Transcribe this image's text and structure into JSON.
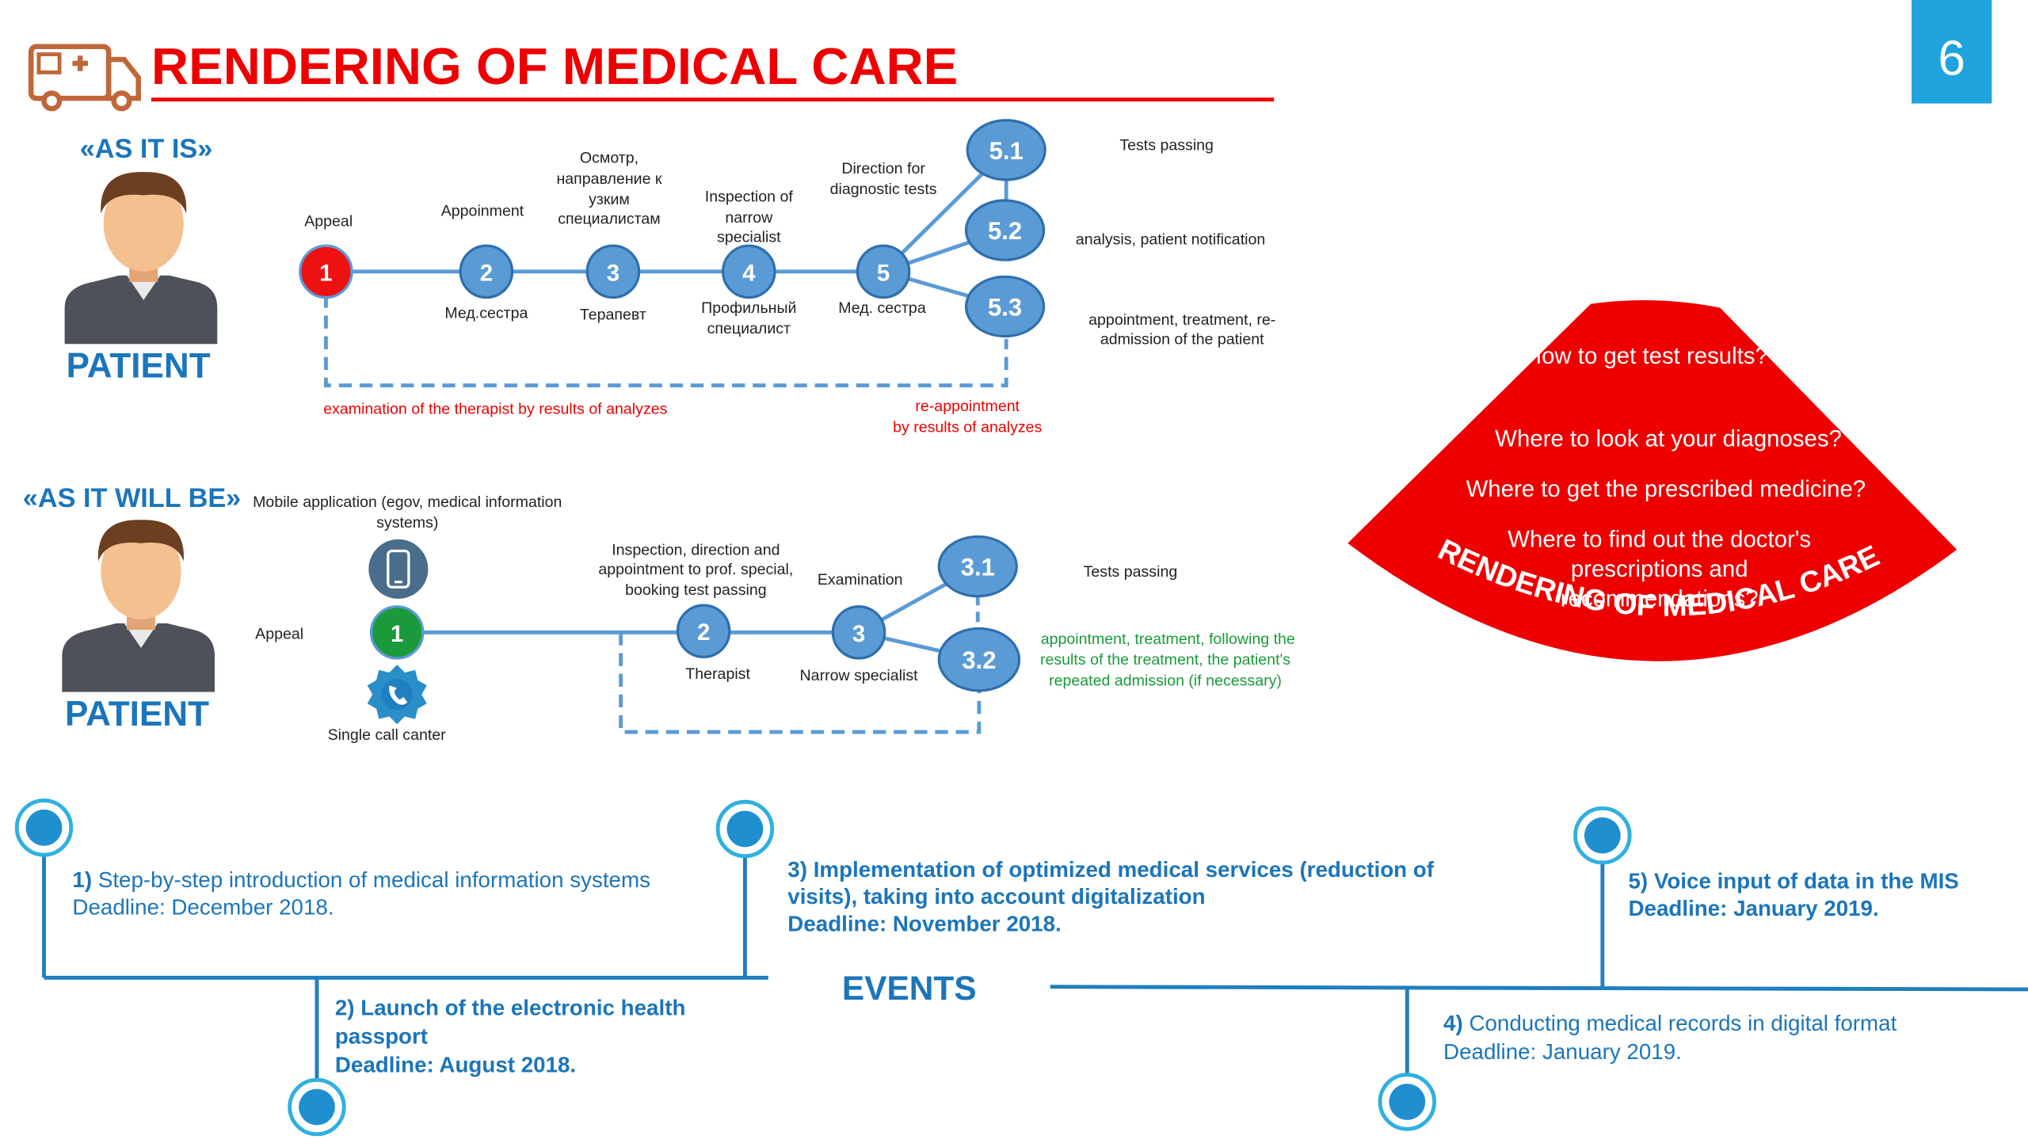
{
  "page": {
    "title": "RENDERING OF MEDICAL CARE",
    "slide_number": "6",
    "colors": {
      "red": "#ee0000",
      "blue": "#1b75bb",
      "light_blue": "#2a8fc9",
      "node_blue": "#5b9bd5",
      "node_stroke": "#2f6fae",
      "green": "#1a9a3a"
    }
  },
  "asis": {
    "heading": "«AS IT IS»",
    "patient_label": "PATIENT",
    "nodes": [
      "1",
      "2",
      "3",
      "4",
      "5",
      "5.1",
      "5.2",
      "5.3"
    ],
    "top_labels": {
      "appeal": "Appeal",
      "appoinment": "Appoinment",
      "osmotr": [
        "Осмотр,",
        "направление к",
        "узким",
        "специалистам"
      ],
      "inspection": [
        "Inspection of",
        "narrow",
        "specialist"
      ],
      "direction": [
        "Direction for",
        "diagnostic tests"
      ]
    },
    "bottom_labels": {
      "nurse": "Мед.сестра",
      "therapist": "Терапевт",
      "profile": [
        "Профильный",
        "специалист"
      ],
      "nurse2": "Мед. сестра"
    },
    "right_labels": {
      "r51": "Tests passing",
      "r52": "analysis, patient notification",
      "r53": [
        "appointment, treatment, re-",
        "admission of the patient"
      ]
    },
    "red_notes": {
      "left": "examination of the therapist by results of analyzes",
      "right": [
        "re-appointment",
        "by results of analyzes"
      ]
    }
  },
  "willbe": {
    "heading": "«AS IT WILL BE»",
    "patient_label": "PATIENT",
    "mobile_label": [
      "Mobile application (egov, medical information",
      "systems)"
    ],
    "appeal": "Appeal",
    "call_center": "Single call canter",
    "nodes": [
      "1",
      "2",
      "3",
      "3.1",
      "3.2"
    ],
    "top_labels": {
      "inspection": [
        "Inspection, direction and",
        "appointment to prof. special,",
        "booking test passing"
      ],
      "examination": "Examination"
    },
    "bottom_labels": {
      "therapist": "Therapist",
      "narrow": "Narrow specialist"
    },
    "right_labels": {
      "r31": "Tests passing",
      "r32": [
        "appointment, treatment, following the",
        "results of the treatment, the patient's",
        "repeated admission (if necessary)"
      ]
    },
    "icons": [
      "smartphone-icon",
      "phone-badge-icon"
    ]
  },
  "fan": {
    "questions": [
      "How to get test results?",
      "Where to look at your diagnoses?",
      "Where to get the prescribed medicine?",
      "Where to find out the doctor's",
      "prescriptions and",
      "recommendations?"
    ],
    "arc_text": "RENDERING OF MEDICAL CARE"
  },
  "events": {
    "label": "EVENTS",
    "items": [
      {
        "num": "1)",
        "lines": [
          "Step-by-step introduction of medical information systems"
        ],
        "deadline": "Deadline: December 2018."
      },
      {
        "num": "2)",
        "lines": [
          "Launch of the electronic health",
          "passport"
        ],
        "deadline": "Deadline: August 2018."
      },
      {
        "num": "3)",
        "lines": [
          "Implementation of optimized medical services (reduction of",
          "visits), taking into account digitalization"
        ],
        "deadline": "Deadline: November 2018."
      },
      {
        "num": "4)",
        "lines": [
          "Conducting medical records in digital format"
        ],
        "deadline": "Deadline: January 2019."
      },
      {
        "num": "5)",
        "lines": [
          "Voice input of data in the MIS"
        ],
        "deadline": "Deadline: January 2019."
      }
    ]
  }
}
